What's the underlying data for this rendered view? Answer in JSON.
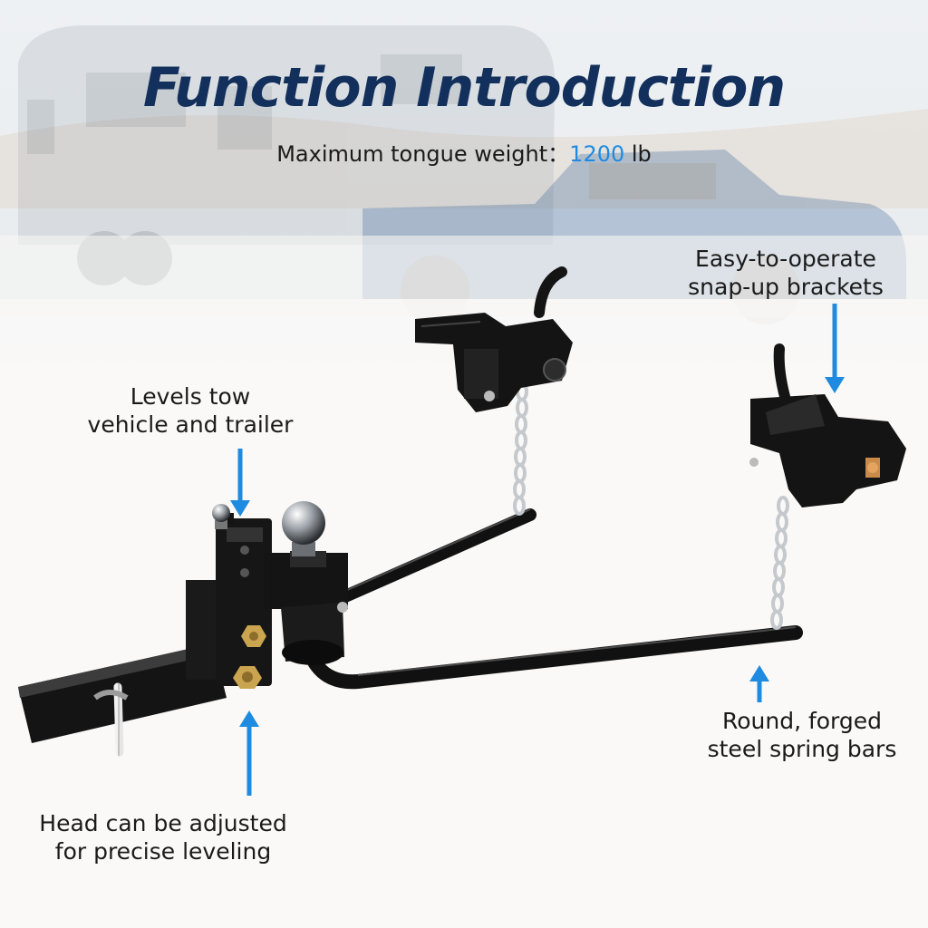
{
  "title": "Function Introduction",
  "spec": {
    "label": "Maximum tongue weight：",
    "value": "1200",
    "unit": " lb"
  },
  "callouts": {
    "brackets": {
      "line1": "Easy-to-operate",
      "line2": "snap-up brackets"
    },
    "levels": {
      "line1": "Levels tow",
      "line2": "vehicle and trailer"
    },
    "spring_bars": {
      "line1": "Round, forged",
      "line2": "steel spring bars"
    },
    "head": {
      "line1": "Head can be adjusted",
      "line2": "for precise leveling"
    }
  },
  "colors": {
    "title": "#13305c",
    "accent": "#1f8be0",
    "text": "#1a1a1a",
    "arrow": "#1f8be0",
    "steel": "#111111",
    "chain": "#c9ccd0"
  }
}
